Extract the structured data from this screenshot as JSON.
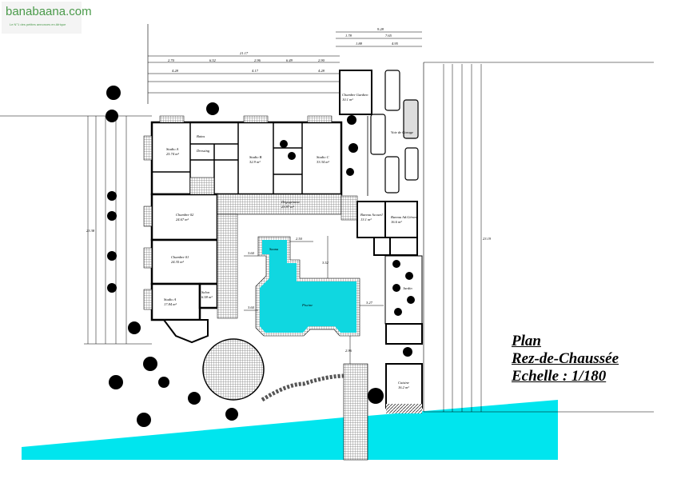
{
  "logo": {
    "brand": "banabaana.com",
    "tagline": "Le N°1 des petites annonces en Afrique"
  },
  "title_block": {
    "line1": "Plan",
    "line2": "Rez-de-Chaussée",
    "line3": "Echelle : 1/180"
  },
  "rooms": {
    "studio_a_top": "Studio A",
    "studio_a_top_area": "25.74 m²",
    "studio_b": "Studio B",
    "studio_b_area": "32.9 m²",
    "studio_c": "Studio C",
    "studio_c_area": "33.34 m²",
    "chambre_02": "Chambre 02",
    "chambre_02_area": "24.67 m²",
    "chambre_01": "Chambre 01",
    "chambre_01_area": "24.35 m²",
    "studio_a_bottom": "Studio A",
    "studio_a_bottom_area": "17.84 m²",
    "salon": "Salon",
    "salon_area": "6.58 m²",
    "degagement": "Dégagement",
    "degagement_area": "23.97 m²",
    "sauna": "Sauna",
    "piscine": "Piscine",
    "chambre_gardien": "Chambre Gardien",
    "chambre_gardien_area": "10.1 m²",
    "voie_garage": "Voie de Garage",
    "jardin": "Jardin",
    "bureau_accueil": "Bureau Accueil",
    "bureau_accueil_area": "13.1 m²",
    "bureau_admin": "Bureau Ad.Gérant",
    "bureau_admin_area": "16.6 m²",
    "cuisine": "Cuisine",
    "cuisine_area": "16.2 m²",
    "dressing": "Dressing",
    "bains": "Bains"
  },
  "dimensions": {
    "top_total": "21.17",
    "top_right_total": "9.28",
    "top_right_a": "7.65",
    "top_right_b": "4.95",
    "top_right_c": "1.78",
    "top_right_d": "1.88",
    "top_1": "2.70",
    "top_2": "6.52",
    "top_3": "2.96",
    "top_4": "6.49",
    "top_5": "2.90",
    "top_6": "4.28",
    "top_7": "4.17",
    "top_8": "4.28",
    "left_total": "23.38",
    "right_total": "23.19",
    "pool_a": "3.60",
    "pool_b": "3.60",
    "pool_c": "2.50",
    "pool_d": "3.52",
    "pool_e": "3.27",
    "pool_f": "2.96"
  },
  "colors": {
    "water": "#00e5ee",
    "pool": "#10d7e0",
    "line": "#000000",
    "hatch": "#9a9a9a",
    "brand": "#4a9a4a"
  }
}
